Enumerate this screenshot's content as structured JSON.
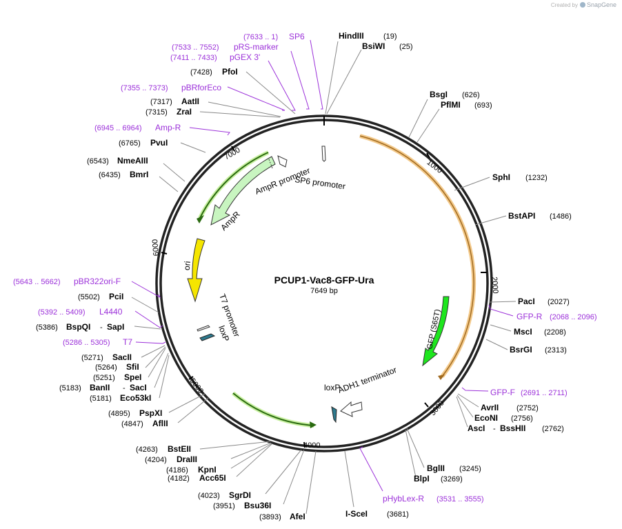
{
  "credit": {
    "prefix": "Created by",
    "brand": "SnapGene"
  },
  "plasmid": {
    "name": "PCUP1-Vac8-GFP-Ura",
    "size_label": "7649 bp",
    "length_bp": 7649
  },
  "colors": {
    "primer": "#9b30d9",
    "ampr": "#c8f5c0",
    "ori": "#f5e600",
    "gfp": "#1ee61e",
    "orf_highlight": "#f0c070",
    "loxp": "#2e7a8e",
    "enzyme_line": "#888888"
  },
  "ticks": [
    {
      "pos": 1000,
      "label": "1000"
    },
    {
      "pos": 2000,
      "label": "2000"
    },
    {
      "pos": 3000,
      "label": "3000"
    },
    {
      "pos": 4000,
      "label": "4000"
    },
    {
      "pos": 5000,
      "label": "5000"
    },
    {
      "pos": 6000,
      "label": "6000"
    },
    {
      "pos": 7000,
      "label": "7000"
    }
  ],
  "enzymes": [
    {
      "name": "HindIII",
      "site": "(19)"
    },
    {
      "name": "BsiWI",
      "site": "(25)"
    },
    {
      "name": "BsgI",
      "site": "(626)"
    },
    {
      "name": "PflMI",
      "site": "(693)"
    },
    {
      "name": "SphI",
      "site": "(1232)"
    },
    {
      "name": "BstAPI",
      "site": "(1486)"
    },
    {
      "name": "PacI",
      "site": "(2027)"
    },
    {
      "name": "MscI",
      "site": "(2208)"
    },
    {
      "name": "BsrGI",
      "site": "(2313)"
    },
    {
      "name": "AvrII",
      "site": "(2752)"
    },
    {
      "name": "EcoNI",
      "site": "(2756)"
    },
    {
      "name": "AscI",
      "name2": "BssHII",
      "site": "(2762)"
    },
    {
      "name": "BglII",
      "site": "(3245)"
    },
    {
      "name": "BlpI",
      "site": "(3269)"
    },
    {
      "name": "I-SceI",
      "site": "(3681)"
    },
    {
      "name": "AfeI",
      "site": "(3893)"
    },
    {
      "name": "Bsu36I",
      "site": "(3951)"
    },
    {
      "name": "SgrDI",
      "site": "(4023)"
    },
    {
      "name": "Acc65I",
      "site": "(4182)"
    },
    {
      "name": "KpnI",
      "site": "(4186)"
    },
    {
      "name": "DraIII",
      "site": "(4204)"
    },
    {
      "name": "BstEII",
      "site": "(4263)"
    },
    {
      "name": "AflII",
      "site": "(4847)"
    },
    {
      "name": "PspXI",
      "site": "(4895)"
    },
    {
      "name": "Eco53kI",
      "site": "(5181)"
    },
    {
      "name": "BanII",
      "name2": "SacI",
      "site": "(5183)"
    },
    {
      "name": "SpeI",
      "site": "(5251)"
    },
    {
      "name": "SfiI",
      "site": "(5264)"
    },
    {
      "name": "SacII",
      "site": "(5271)"
    },
    {
      "name": "BspQI",
      "name2": "SapI",
      "site": "(5386)"
    },
    {
      "name": "PciI",
      "site": "(5502)"
    },
    {
      "name": "BmrI",
      "site": "(6435)"
    },
    {
      "name": "NmeAIII",
      "site": "(6543)"
    },
    {
      "name": "PvuI",
      "site": "(6765)"
    },
    {
      "name": "ZraI",
      "site": "(7315)"
    },
    {
      "name": "AatII",
      "site": "(7317)"
    },
    {
      "name": "PfoI",
      "site": "(7428)"
    }
  ],
  "primers": [
    {
      "name": "SP6",
      "range": "(7633 .. 1)"
    },
    {
      "name": "pRS-marker",
      "range": "(7533 .. 7552)"
    },
    {
      "name": "pGEX 3'",
      "range": "(7411 .. 7433)"
    },
    {
      "name": "pBRforEco",
      "range": "(7355 .. 7373)"
    },
    {
      "name": "Amp-R",
      "range": "(6945 .. 6964)"
    },
    {
      "name": "GFP-R",
      "range": "(2068 .. 2096)"
    },
    {
      "name": "GFP-F",
      "range": "(2691 .. 2711)"
    },
    {
      "name": "pHybLex-R",
      "range": "(3531 .. 3555)"
    },
    {
      "name": "pBR322ori-F",
      "range": "(5643 .. 5662)"
    },
    {
      "name": "L4440",
      "range": "(5392 .. 5409)"
    },
    {
      "name": "T7",
      "range": "(5286 .. 5305)"
    }
  ],
  "features": [
    {
      "name": "AmpR promoter"
    },
    {
      "name": "SP6 promoter"
    },
    {
      "name": "AmpR"
    },
    {
      "name": "ori"
    },
    {
      "name": "T7 promoter"
    },
    {
      "name": "loxP"
    },
    {
      "name": "GFP (S65T)"
    },
    {
      "name": "loxP"
    },
    {
      "name": "ADH1 terminator"
    }
  ]
}
